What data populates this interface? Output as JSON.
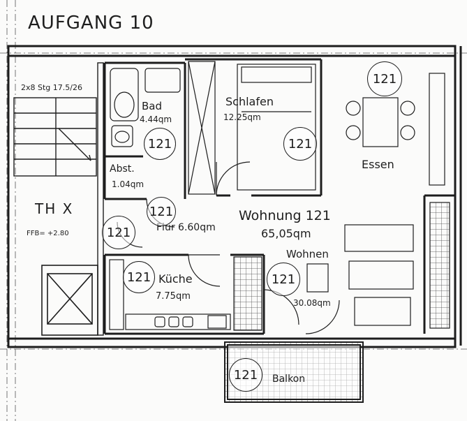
{
  "header": {
    "title": "AUFGANG 10"
  },
  "stairs": {
    "label": "2x8 Stg 17.5/26"
  },
  "landing": {
    "label": "TH X",
    "level": "FFB= +2.80"
  },
  "apartment": {
    "name": "Wohnung 121",
    "area": "65,05qm",
    "unit_tag": "121"
  },
  "rooms": {
    "bad": {
      "name": "Bad",
      "area": "4.44qm"
    },
    "abst": {
      "name": "Abst.",
      "area": "1.04qm"
    },
    "schlafen": {
      "name": "Schlafen",
      "area": "12.25qm"
    },
    "essen": {
      "name": "Essen"
    },
    "flur": {
      "name": "Flur",
      "area": "6.60qm"
    },
    "wohnen": {
      "name": "Wohnen",
      "area": "30.08qm"
    },
    "kueche": {
      "name": "Küche",
      "area": "7.75qm"
    },
    "balkon": {
      "name": "Balkon"
    }
  },
  "colors": {
    "line": "#1d1d1d",
    "background": "#fbfbfa",
    "hatch": "#333333"
  }
}
